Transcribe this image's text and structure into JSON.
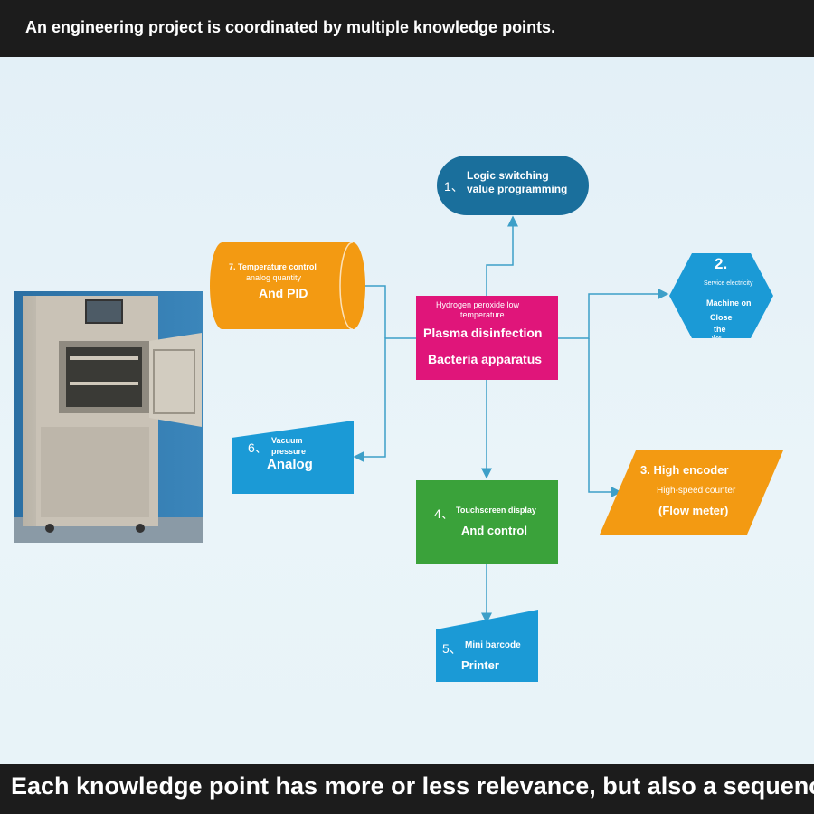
{
  "header": {
    "text": "An engineering project is coordinated by multiple knowledge points."
  },
  "footer": {
    "text": "Each knowledge point has more or less relevance, but also a sequence."
  },
  "colors": {
    "blue": "#1b9ad6",
    "darkblue": "#1a6f9c",
    "magenta": "#e0157a",
    "orange": "#f39a12",
    "green": "#3aa23a",
    "line": "#3d9fc8"
  },
  "nodes": {
    "center": {
      "line1": "Hydrogen peroxide low",
      "line2": "temperature",
      "line3": "Plasma disinfection",
      "line4": "Bacteria apparatus"
    },
    "n1": {
      "num": "1、",
      "line1": "Logic switching",
      "line2": "value programming"
    },
    "n2": {
      "num": "2.",
      "line1": "Service electricity",
      "line2": "Machine on",
      "line3": "Close",
      "line4": "the",
      "line5": "door"
    },
    "n3": {
      "line1": "3. High encoder",
      "line2": "High-speed counter",
      "line3": "(Flow meter)"
    },
    "n4": {
      "num": "4、",
      "line1": "Touchscreen display",
      "line2": "And control"
    },
    "n5": {
      "num": "5、",
      "line1": "Mini barcode",
      "line2": "Printer"
    },
    "n6": {
      "num": "6、",
      "line1": "Vacuum",
      "line2": "pressure",
      "line3": "Analog"
    },
    "n7": {
      "line1": "7. Temperature control",
      "line2": "analog quantity",
      "line3": "And PID"
    }
  },
  "photo": {
    "description_icon": "sterilizer-machine-image"
  }
}
